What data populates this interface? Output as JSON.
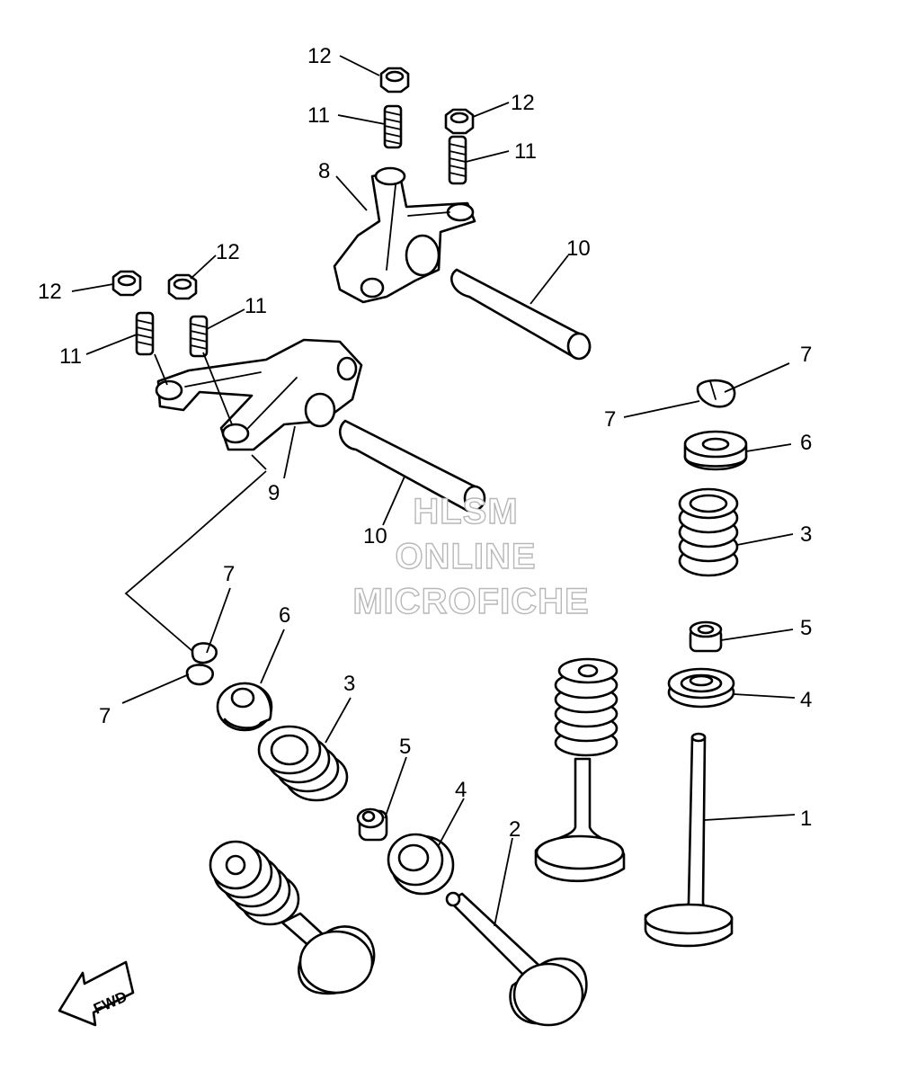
{
  "callouts": {
    "c1": "1",
    "c2": "2",
    "c3a": "3",
    "c3b": "3",
    "c4a": "4",
    "c4b": "4",
    "c5a": "5",
    "c5b": "5",
    "c6a": "6",
    "c6b": "6",
    "c7a": "7",
    "c7b": "7",
    "c7c": "7",
    "c7d": "7",
    "c8": "8",
    "c9": "9",
    "c10a": "10",
    "c10b": "10",
    "c11a": "11",
    "c11b": "11",
    "c11c": "11",
    "c11d": "11",
    "c12a": "12",
    "c12b": "12",
    "c12c": "12",
    "c12d": "12"
  },
  "watermark": {
    "line1": "HLSM",
    "line2": "ONLINE",
    "line3": "MICROFICHE"
  },
  "fwd_label": "FWD"
}
